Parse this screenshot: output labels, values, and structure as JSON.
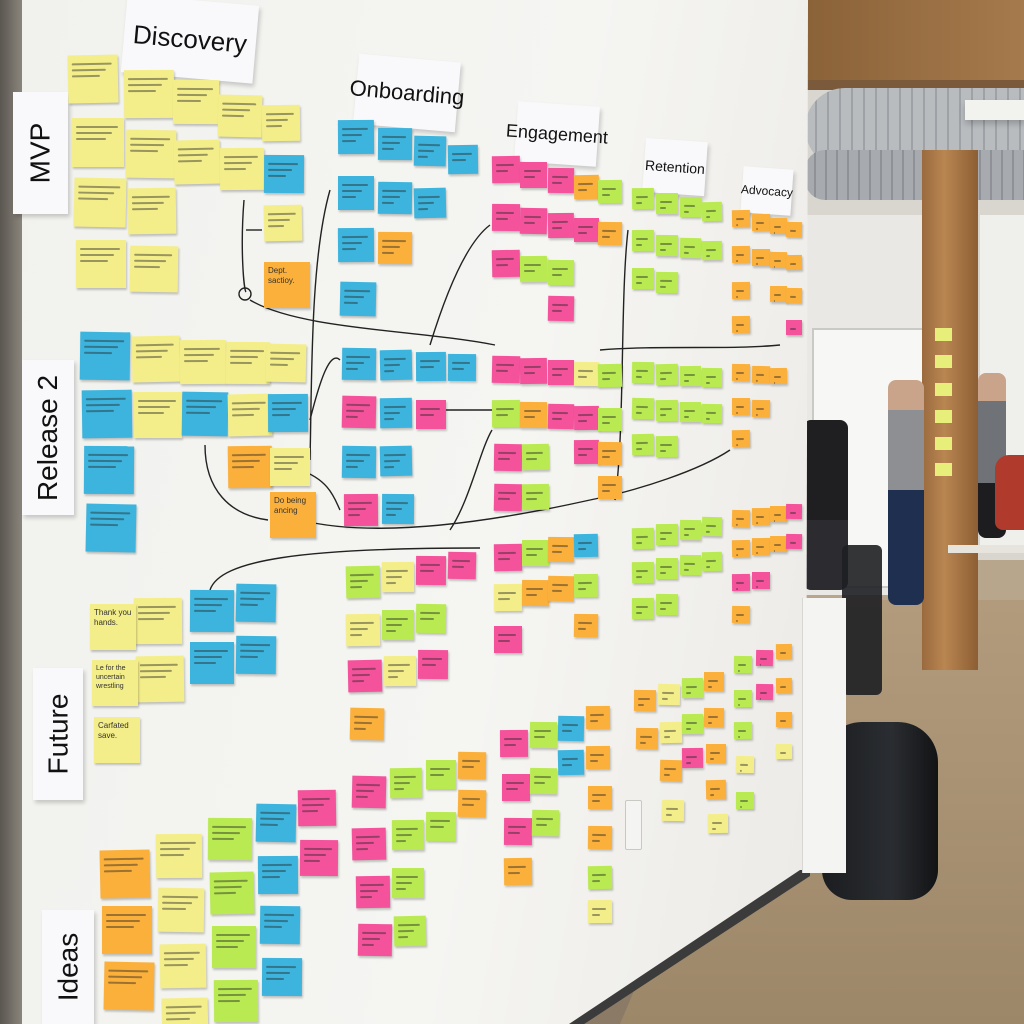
{
  "scene": {
    "description": "Story map on an office wall covered in colored sticky notes, with an open office in the background",
    "colors": {
      "yellow": "#f4ee8a",
      "blue": "#3cb4dd",
      "orange": "#fbb03b",
      "pink": "#f4539c",
      "green": "#b9ea52",
      "wall": "#f3f3f0"
    }
  },
  "columns": [
    {
      "label": "Discovery"
    },
    {
      "label": "Onboarding"
    },
    {
      "label": "Engagement"
    },
    {
      "label": "Retention"
    },
    {
      "label": "Advocacy"
    }
  ],
  "rows": [
    {
      "label": "MVP"
    },
    {
      "label": "Release 2"
    },
    {
      "label": "Future"
    },
    {
      "label": "Ideas"
    }
  ],
  "visible_note_text": [
    "Thank you hands.",
    "Le for the uncertain wrestling",
    "Carfated save.",
    "Dept. sactioy.",
    "Do being ancing"
  ],
  "background": {
    "people_count": 3,
    "items": [
      "whiteboard",
      "wooden pillar with sticky notes",
      "ventilation duct",
      "backpack on floor",
      "desk with supplies"
    ]
  }
}
